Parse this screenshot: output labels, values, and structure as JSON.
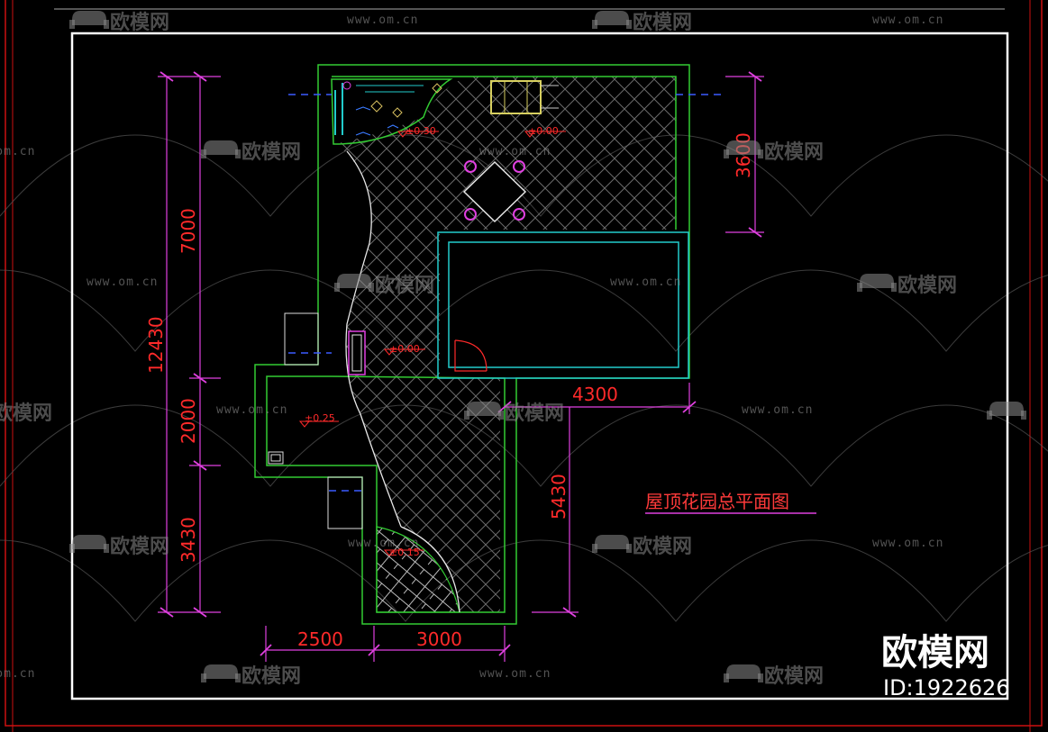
{
  "drawing": {
    "title": "屋顶花园总平面图",
    "dimensions": {
      "total_height": "12430",
      "seg_top": "7000",
      "seg_mid": "2000",
      "seg_bottom": "3430",
      "right_top": "3600",
      "right_width": "4300",
      "right_bottom": "5430",
      "bottom_left": "2500",
      "bottom_right": "3000"
    },
    "levels": {
      "pond_area": "±0.30",
      "terrace_top": "±0.00",
      "main_path": "±0.00",
      "left_area": "±0.25",
      "bottom_area": "±0.15"
    }
  },
  "watermarks": {
    "brand_text": "欧模网",
    "url_text": "www.om.cn",
    "corner_brand": "欧模网",
    "corner_id": "ID:1922626"
  },
  "colors": {
    "background": "#000000",
    "wall_green": "#33cc33",
    "building_cyan": "#22cccc",
    "dimension_red": "#ff2a2a",
    "dimension_magenta": "#e040e0",
    "frame_white": "#ffffff",
    "hatch_gray": "#6a6a6a"
  }
}
